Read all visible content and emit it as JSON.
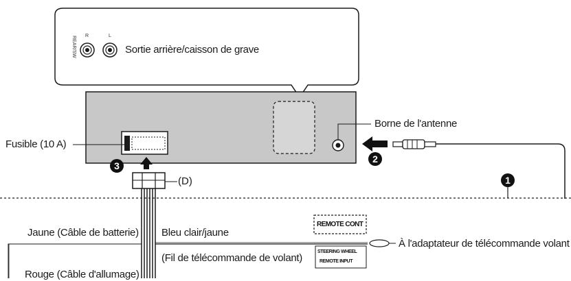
{
  "callout": {
    "output_label": "Sortie arrière/caisson de grave",
    "jack_r": "R",
    "jack_l": "L",
    "rear_sw": "REAR/SW"
  },
  "labels": {
    "fuse": "Fusible (10 A)",
    "antenna_terminal": "Borne de l'antenne",
    "connector_d": "(D)",
    "yellow_cable": "Jaune (Câble de batterie)",
    "red_cable": "Rouge (Câble d'allumage)",
    "light_blue_yellow": "Bleu clair/jaune",
    "steering_wire": "(Fil de télécommande de volant)",
    "to_adapter": "À l'adaptateur de télécommande volant"
  },
  "tag": {
    "remote_cont": "REMOTE CONT",
    "steering_wheel": "STEERING WHEEL",
    "remote_input": "REMOTE INPUT"
  },
  "steps": {
    "one": "1",
    "two": "2",
    "three": "3"
  },
  "colors": {
    "unit_fill": "#c8c8c8",
    "line": "#1a1a1a",
    "step_fill": "#111111"
  }
}
